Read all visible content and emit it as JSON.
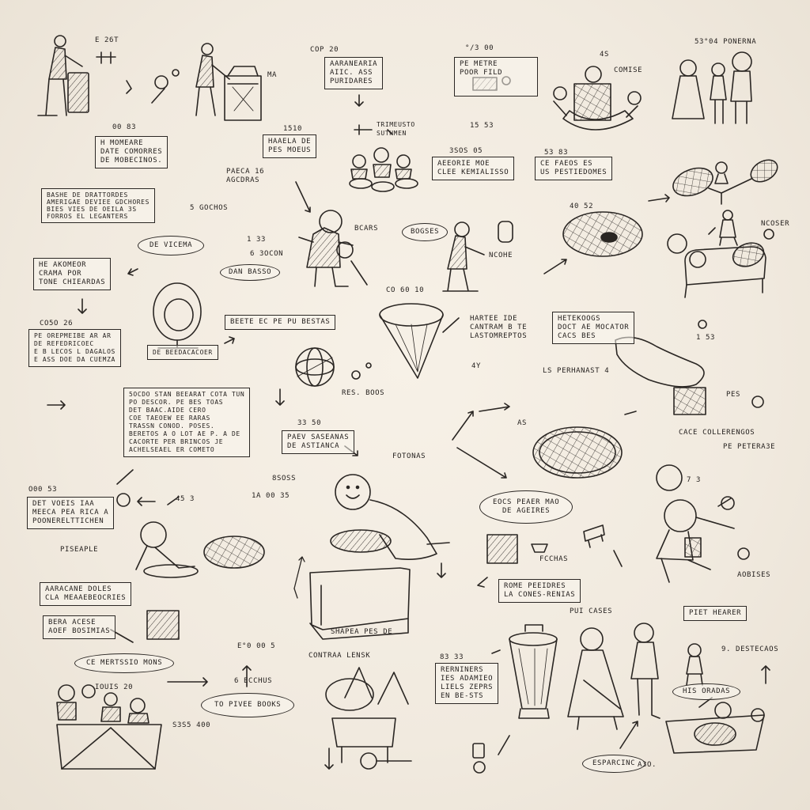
{
  "labels": {
    "n1": "E 26T",
    "n2": "MA",
    "n3": "COP 20",
    "n4": "AARANEARIA\nAIIC. ASS\nPURIDARES",
    "n5": "°/3 00",
    "n6": "PE METRE\nPOOR FILD",
    "n7": "4S",
    "n8": "COMISE",
    "n9": "53°04 PONERNA",
    "n10": "00 83",
    "n11": "H MOMEARE\nDATE COMORRES\nDE MOBECINOS.",
    "n12": "1510",
    "n13": "HAAELA DE\nPES MOEUS",
    "n14": "TRIMEUSTO\nSUTHMEN",
    "n15": "15 53",
    "n16": "3SOS 05",
    "n17": "AEEORIE MOE\nCLEE KEMIALISSO",
    "n18": "53 83",
    "n19": "CE FAEOS ES\nUS PESTIEDOMES",
    "n20": "PAECA 16\nAGCDRAS",
    "n21": "BASHE DE DRATTORDES\nAMERIGAE DEVIEE GDCHORES\nBIES VIES DE OEILA 3S\nFORROS EL LEGANTERS",
    "n22": "5 GOCHOS",
    "n23": "BCARS",
    "n24": "DE VICEMA",
    "n25": "1 33",
    "n26": "6 3OCON",
    "n27": "BOGSES",
    "n28": "NCOHE",
    "n29": "40 52",
    "n30": "NCOSER",
    "n31": "HE AKOMEOR\nCRAMA POR\nTONE CHIEARDAS",
    "n32": "DAN BASSO",
    "n33": "CO 60 10",
    "n34": "HARTEE IDE\nCANTRAM B TE\nLASTOMREPTOS",
    "n35": "HETEKOOGS\nDOCT AE MOCATOR\nCACS BES",
    "n36": "CO5O 26",
    "n37": "PE OREPMEIBE AR AR\nDE REFEDRICOEC\nE B LECOS L DAGALOS\nE ASS DOE DA CUEMZA",
    "n38": "BEETE EC PE PU BESTAS",
    "n39": "DE BEEDACACOER",
    "n40": "1 53",
    "n41": "RES. BOOS",
    "n42": "LS PERHANAST 4",
    "n43": "4Y",
    "n44": "PES",
    "n45": "5OCDO STAN BEEARAT COTA TUN\nPO DESCOR. PE BES TOAS\nDET BAAC.AIDE CERO\nCOE TAEOEW EE RARAS\nTRASSN CONOD. POSES.\nBERETOS A O LOT AE P. A DE\nCACORTE PER BRINCOS JE\nACHELSEAEL ER COMETO",
    "n46": "33 50",
    "n47": "PAEV SASEANAS\nDE ASTIANCA",
    "n48": "FOTONAS",
    "n49": "AS",
    "n50": "CACE COLLERENGOS",
    "n51": "PE PETERA3E",
    "n52": "O00 53",
    "n53": "DET VOEIS IAA\nMEECA PEA RICA A\nPOONERELTTICHEN",
    "n54": "45 3",
    "n55": "1A 00 35",
    "n56": "8SOSS",
    "n57": "EOCS PEAER MAO\nDE AGEIRES",
    "n58": "7 3",
    "n59": "PISEAPLE",
    "n60": "FCCHAS",
    "n61": "AOBISES",
    "n62": "AARACANE DOLES\nCLA MEAAEBEOCRIES",
    "n63": "ROME PEEIDRES\nLA CONES-RENIAS",
    "n64": "PUI CASES",
    "n65": "PIET HEARER",
    "n66": "BERA ACESE\nAOEF BOSIMIAS",
    "n67": "SHAPEA PES DE",
    "n68": "E°0 00 5",
    "n69": "CONTRAA LENSK",
    "n70": "83 33",
    "n71": "RERNINERS\nIES ADAMIEO\nLIELS ZEPRS\nEN BE-STS",
    "n72": "9. DESTECAOS",
    "n73": "CE MERTSSIO MONS",
    "n74": "6 ECCHUS",
    "n75": "IOUIS 20",
    "n76": "TO PIVEE BOOKS",
    "n77": "HIS ORADAS",
    "n78": "S3S5 400",
    "n79": "ESPARCINC",
    "n80": "A3O."
  }
}
